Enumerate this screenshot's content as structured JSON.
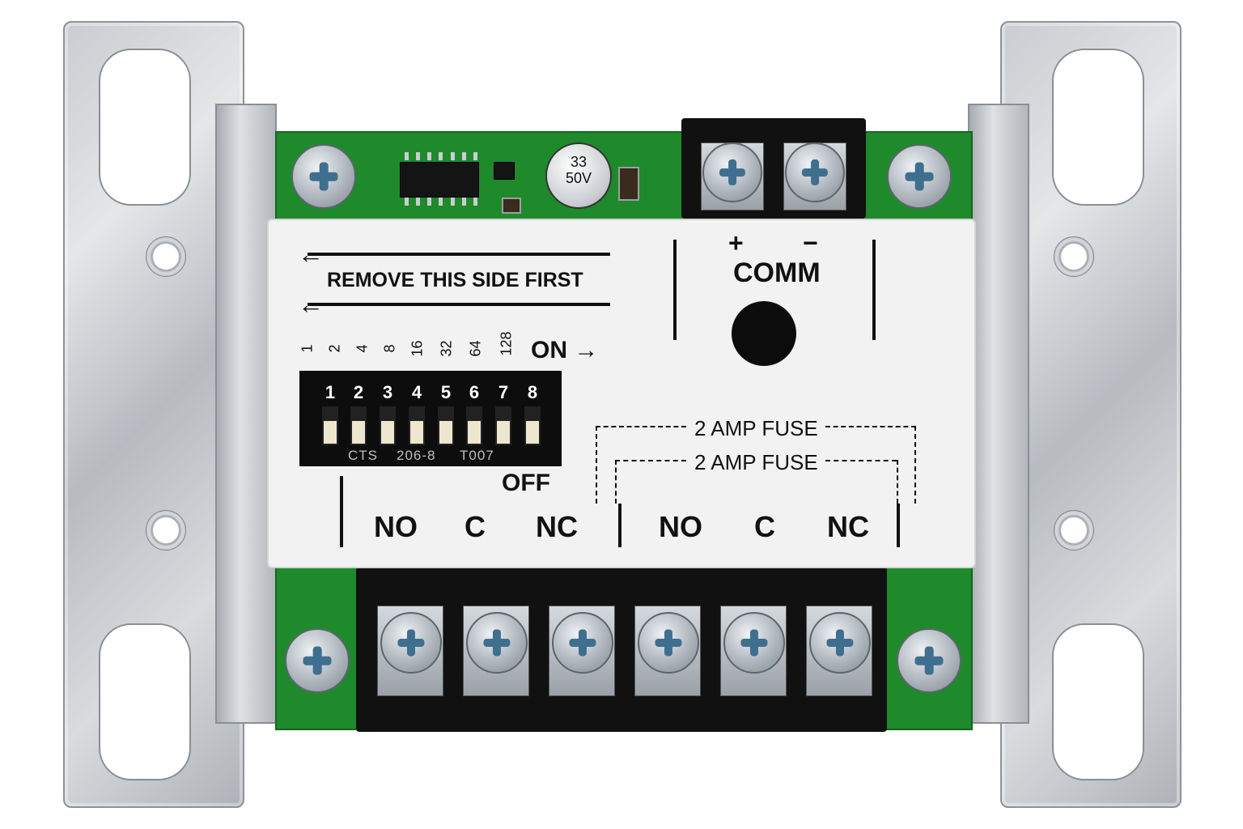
{
  "capacitor": {
    "value": "33",
    "voltage": "50V"
  },
  "cover": {
    "remove_label": "REMOVE THIS SIDE FIRST",
    "comm_plus": "+",
    "comm_minus": "−",
    "comm_label": "COMM",
    "on_label": "ON →",
    "off_label": "OFF",
    "fuse_label_1": "2 AMP FUSE",
    "fuse_label_2": "2 AMP FUSE"
  },
  "dip_switch": {
    "values": [
      "1",
      "2",
      "4",
      "8",
      "16",
      "32",
      "64",
      "128"
    ],
    "positions": [
      "1",
      "2",
      "3",
      "4",
      "5",
      "6",
      "7",
      "8"
    ],
    "marking_1": "CTS",
    "marking_2": "206-8",
    "marking_3": "T007",
    "state": [
      "off",
      "off",
      "off",
      "off",
      "off",
      "off",
      "off",
      "off"
    ]
  },
  "relay_terminals": {
    "relay_1": [
      "NO",
      "C",
      "NC"
    ],
    "relay_2": [
      "NO",
      "C",
      "NC"
    ]
  }
}
